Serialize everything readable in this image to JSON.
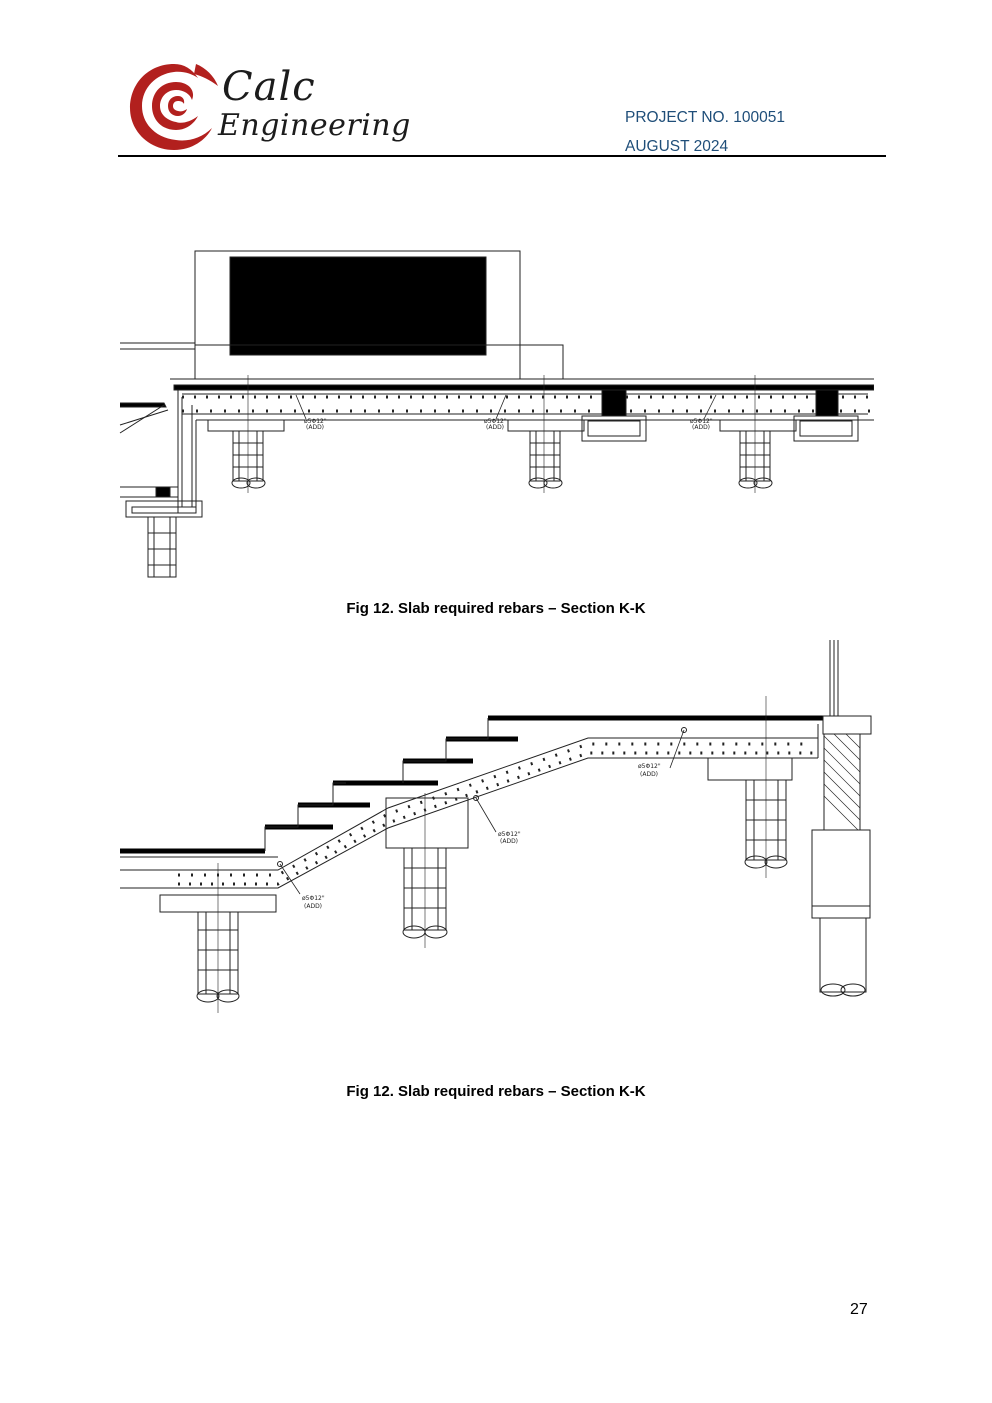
{
  "header": {
    "logo": {
      "line1": "Calc",
      "line2": "Engineering",
      "brand_color": "#b2201e"
    },
    "project_no": "PROJECT NO. 100051",
    "date": "AUGUST 2024",
    "meta_color": "#1f4e79"
  },
  "figures": [
    {
      "caption": "Fig 12. Slab required rebars – Section K-K",
      "rebar_label": "ø5Φ12\"",
      "rebar_note": "(ADD)"
    },
    {
      "caption": "Fig 12. Slab required rebars – Section K-K",
      "rebar_label": "ø5Φ12\"",
      "rebar_note": "(ADD)"
    }
  ],
  "footer": {
    "page_number": "27"
  }
}
